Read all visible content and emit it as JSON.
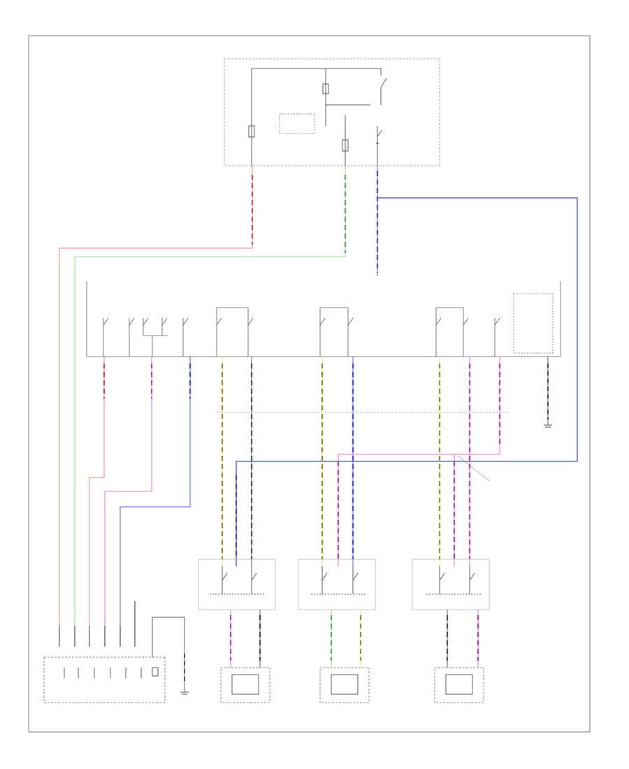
{
  "page": {
    "code": ""
  },
  "diagram": {
    "colors": {
      "red_wire": "#f07a7a",
      "green_wire": "#8fe08f",
      "blue_wire": "#5a5aff",
      "pink_wire": "#ee66ee",
      "yellow_wire": "#eeee66",
      "dark_wire": "#555555",
      "box_outline": "#888888",
      "frame": "#777777"
    },
    "top_module": {
      "fuse_left": {
        "icon": "fuse-icon"
      },
      "fuse_right": {
        "icon": "fuse-icon"
      },
      "relay": {
        "icon": "relay-icon"
      }
    },
    "master_switch": {
      "switches": 12,
      "ground_icon": "ground-icon"
    },
    "door_switches": [
      {
        "id": "passenger",
        "icon": "switch-icon"
      },
      {
        "id": "left-rear",
        "icon": "switch-icon"
      },
      {
        "id": "right-rear",
        "icon": "switch-icon"
      }
    ],
    "motors": [
      {
        "id": "driver",
        "icon": "motor-icon"
      },
      {
        "id": "passenger",
        "icon": "motor-icon"
      },
      {
        "id": "left-rear",
        "icon": "motor-icon"
      },
      {
        "id": "right-rear",
        "icon": "motor-icon"
      }
    ]
  }
}
